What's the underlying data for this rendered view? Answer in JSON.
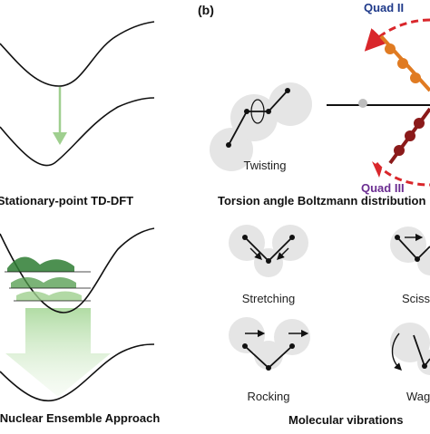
{
  "panel_label": "(b)",
  "left": {
    "top_caption": "Stationary-point TD-DFT",
    "bottom_caption": "Nuclear Ensemble Approach"
  },
  "right": {
    "quad_top": "Quad II",
    "quad_bottom": "Quad III",
    "twisting_label": "Twisting",
    "torsion_caption": "Torsion angle Boltzmann distribution",
    "vibration_labels": [
      "Stretching",
      "Scissoring",
      "Rocking",
      "Wagging"
    ],
    "vibrations_caption": "Molecular vibrations"
  },
  "colors": {
    "green_arrow": "#9fcf8f",
    "dark_green": "#2e7d32",
    "quad_red": "#d9262b",
    "quad_top_text": "#1f3a8a",
    "quad_bottom_text": "#6b2d91",
    "molecule_orange": "#e07b22",
    "molecule_darkred": "#8b1a1a",
    "blob_gray": "#e5e5e5"
  }
}
